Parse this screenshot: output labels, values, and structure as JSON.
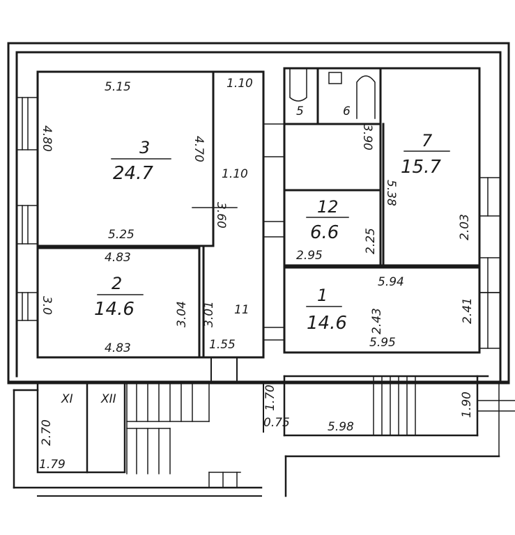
{
  "rooms": [
    {
      "id": "r3",
      "number": "3",
      "area": "24.7"
    },
    {
      "id": "r2",
      "number": "2",
      "area": "14.6"
    },
    {
      "id": "r7",
      "number": "7",
      "area": "15.7"
    },
    {
      "id": "r12",
      "number": "12",
      "area": "6.6"
    },
    {
      "id": "r1",
      "number": "1",
      "area": "14.6"
    },
    {
      "id": "r5",
      "number": "5"
    },
    {
      "id": "r6",
      "number": "6"
    },
    {
      "id": "r11",
      "number": "11"
    }
  ],
  "stair_labels": [
    "XI",
    "XII"
  ],
  "dimensions": {
    "r3_top": "5.15",
    "r3_left": "4.80",
    "r3_right": "4.70",
    "r3_bottom": "5.25",
    "corr_top": "1.10",
    "corr_mid": "1.10",
    "corr_v": "3.60",
    "r2_top": "4.83",
    "r2_left": "3.0",
    "r2_right_a": "3.04",
    "r2_right_b": "3.01",
    "r2_bottom": "4.83",
    "corr_bottom": "1.55",
    "bath_v": "3.90",
    "r7_v": "5.38",
    "r7_right": "2.03",
    "r12_v": "2.25",
    "r12_bottom": "2.95",
    "r1_top": "5.94",
    "r1_left": "2.43",
    "r1_right": "2.41",
    "r1_bottom": "5.95",
    "stair_left_v": "2.70",
    "stair_left_bottom": "1.79",
    "land_v": "1.70",
    "land_a": "0.75",
    "land_b": "5.98",
    "land_right": "1.90"
  }
}
